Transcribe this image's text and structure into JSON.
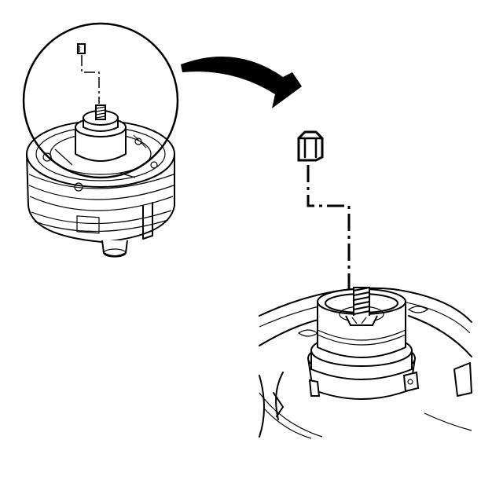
{
  "diagram": {
    "views": [
      {
        "id": "overview",
        "shows": "compressor-clutch-assembly"
      },
      {
        "id": "detail",
        "shows": "enlarged-shaft-key-view"
      }
    ],
    "parts": [
      "shaft-key",
      "drive-plate-hub",
      "clutch-pulley",
      "compressor-shaft"
    ],
    "colors": {
      "line": "#000000",
      "background": "#ffffff"
    }
  }
}
